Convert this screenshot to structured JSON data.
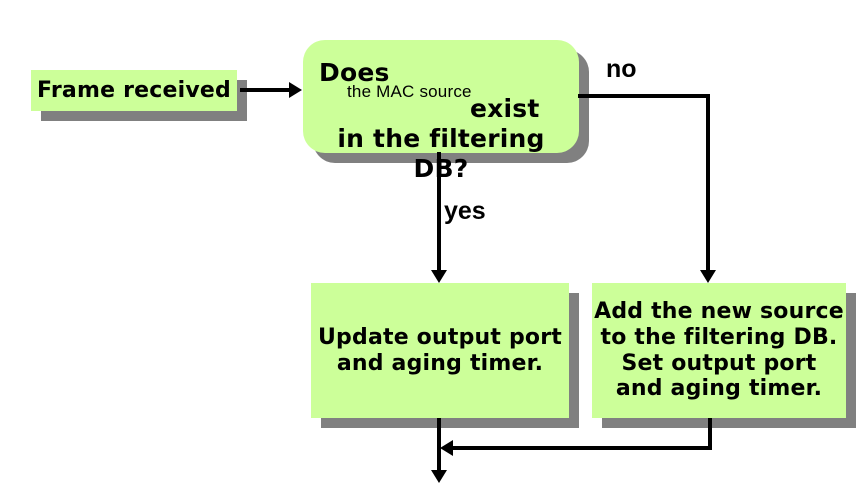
{
  "diagram": {
    "title": "MAC source learning in the filtering database",
    "type": "flowchart",
    "background_color": "#ffffff",
    "node_fill_color": "#ccff99",
    "node_shadow_color": "#808080",
    "text_color": "#000000",
    "connector_color": "#000000"
  },
  "nodes": {
    "frame_received": {
      "label": "Frame received",
      "shape": "rectangle"
    },
    "decision": {
      "shape": "rounded-rectangle",
      "line1": "Does",
      "line2": "the MAC source",
      "line3": "exist",
      "line4": "in the filtering DB?",
      "full_text": "Does the MAC source exist in the filtering DB?"
    },
    "update": {
      "label": "Update output port\nand aging timer.",
      "shape": "rectangle"
    },
    "add": {
      "label": "Add the new source\nto the filtering DB.\nSet output port\nand aging timer.",
      "shape": "rectangle"
    }
  },
  "edges": {
    "yes_label": "yes",
    "no_label": "no"
  }
}
